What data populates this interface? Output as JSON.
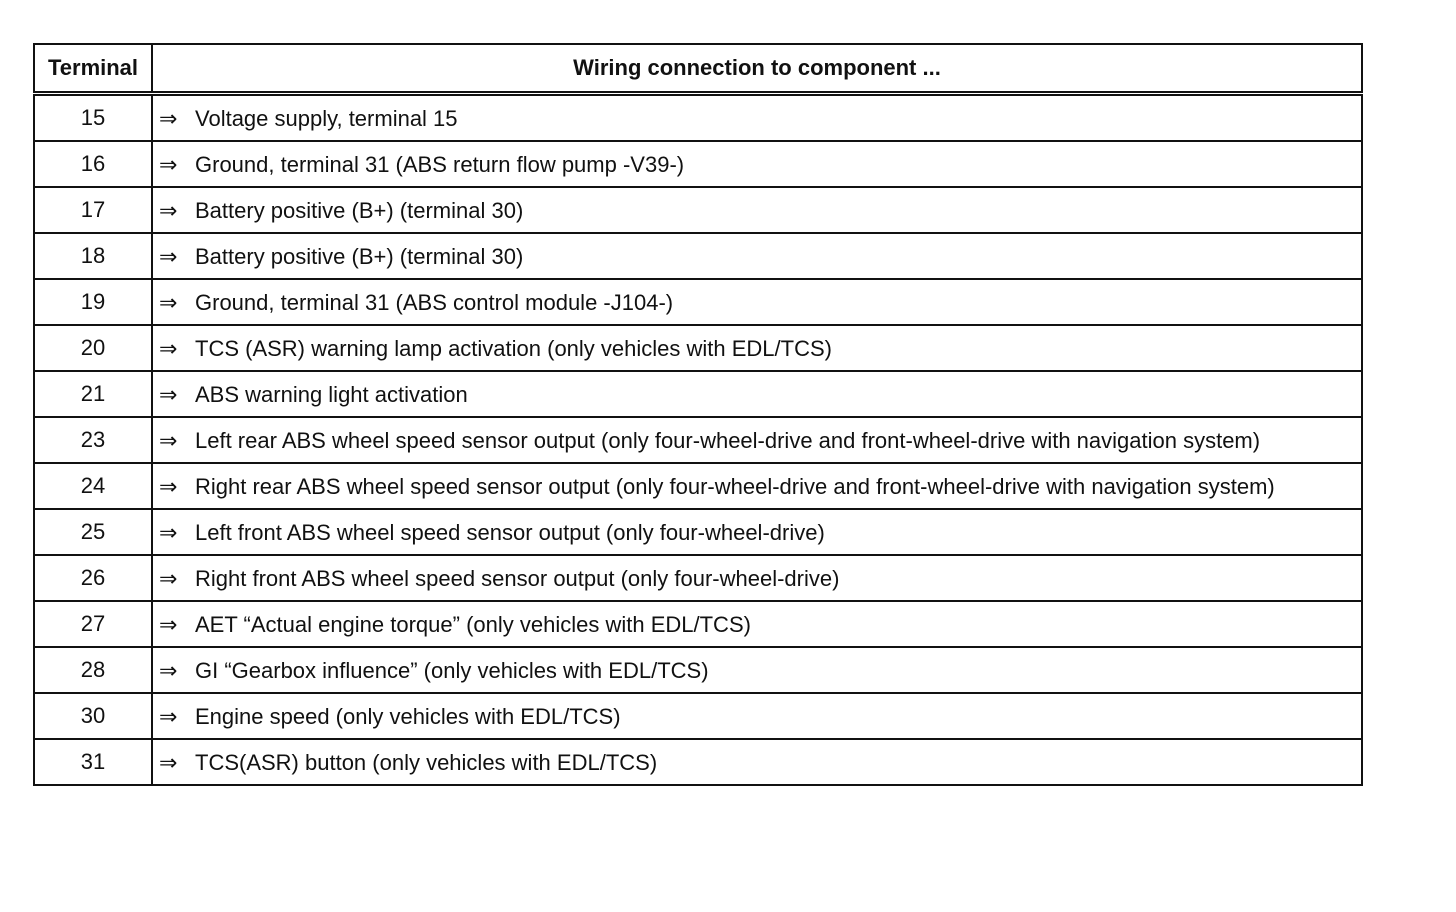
{
  "table": {
    "headers": {
      "terminal": "Terminal",
      "connection": "Wiring connection to component ..."
    },
    "arrow_glyph": "⇒",
    "rows": [
      {
        "terminal": "15",
        "text": "Voltage supply, terminal 15"
      },
      {
        "terminal": "16",
        "text": "Ground, terminal 31 (ABS return flow pump -V39-)"
      },
      {
        "terminal": "17",
        "text": "Battery positive (B+) (terminal 30)"
      },
      {
        "terminal": "18",
        "text": "Battery positive (B+) (terminal 30)"
      },
      {
        "terminal": "19",
        "text": "Ground, terminal 31 (ABS control module -J104-)"
      },
      {
        "terminal": "20",
        "text": "TCS (ASR) warning lamp activation (only vehicles with EDL/TCS)"
      },
      {
        "terminal": "21",
        "text": "ABS warning light activation"
      },
      {
        "terminal": "23",
        "text": "Left rear ABS wheel speed sensor output (only four-wheel-drive and front-wheel-drive with navigation system)"
      },
      {
        "terminal": "24",
        "text": "Right rear ABS wheel speed sensor output (only four-wheel-drive and front-wheel-drive with navigation system)"
      },
      {
        "terminal": "25",
        "text": "Left front ABS wheel speed sensor output (only four-wheel-drive)"
      },
      {
        "terminal": "26",
        "text": "Right front ABS wheel speed sensor output (only four-wheel-drive)"
      },
      {
        "terminal": "27",
        "text": "AET “Actual engine torque” (only vehicles with EDL/TCS)"
      },
      {
        "terminal": "28",
        "text": "GI “Gearbox influence” (only vehicles with EDL/TCS)"
      },
      {
        "terminal": "30",
        "text": "Engine speed (only vehicles with EDL/TCS)"
      },
      {
        "terminal": "31",
        "text": "TCS(ASR) button (only vehicles with EDL/TCS)"
      }
    ]
  }
}
